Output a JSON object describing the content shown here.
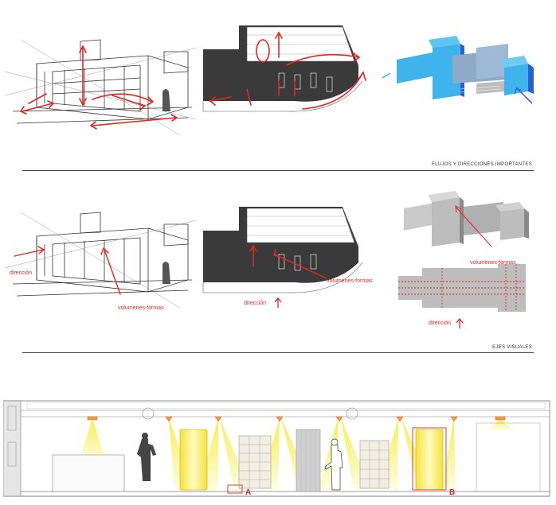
{
  "sections": {
    "flows_title": "FLUJOS Y DIRECCIONES IMPORTANTES",
    "axes_title": "EJES VISUALES"
  },
  "labels": {
    "direction_left": "dirección",
    "volumes_left": "volumenes-formas",
    "volumes_middle": "volumenes-formas",
    "direction_middle": "dirección",
    "volumes_right": "volumenes-formas",
    "direction_right": "dirección"
  },
  "section_markers": {
    "a": "A",
    "b": "B"
  },
  "colors": {
    "accent_red": "#e8261f",
    "volume_cyan": "#3fb4ec",
    "volume_blue": "#2a5fd0",
    "volume_gray": "#bdbdbd",
    "light_yellow": "#f3e84a",
    "light_orange": "#f2a031"
  }
}
